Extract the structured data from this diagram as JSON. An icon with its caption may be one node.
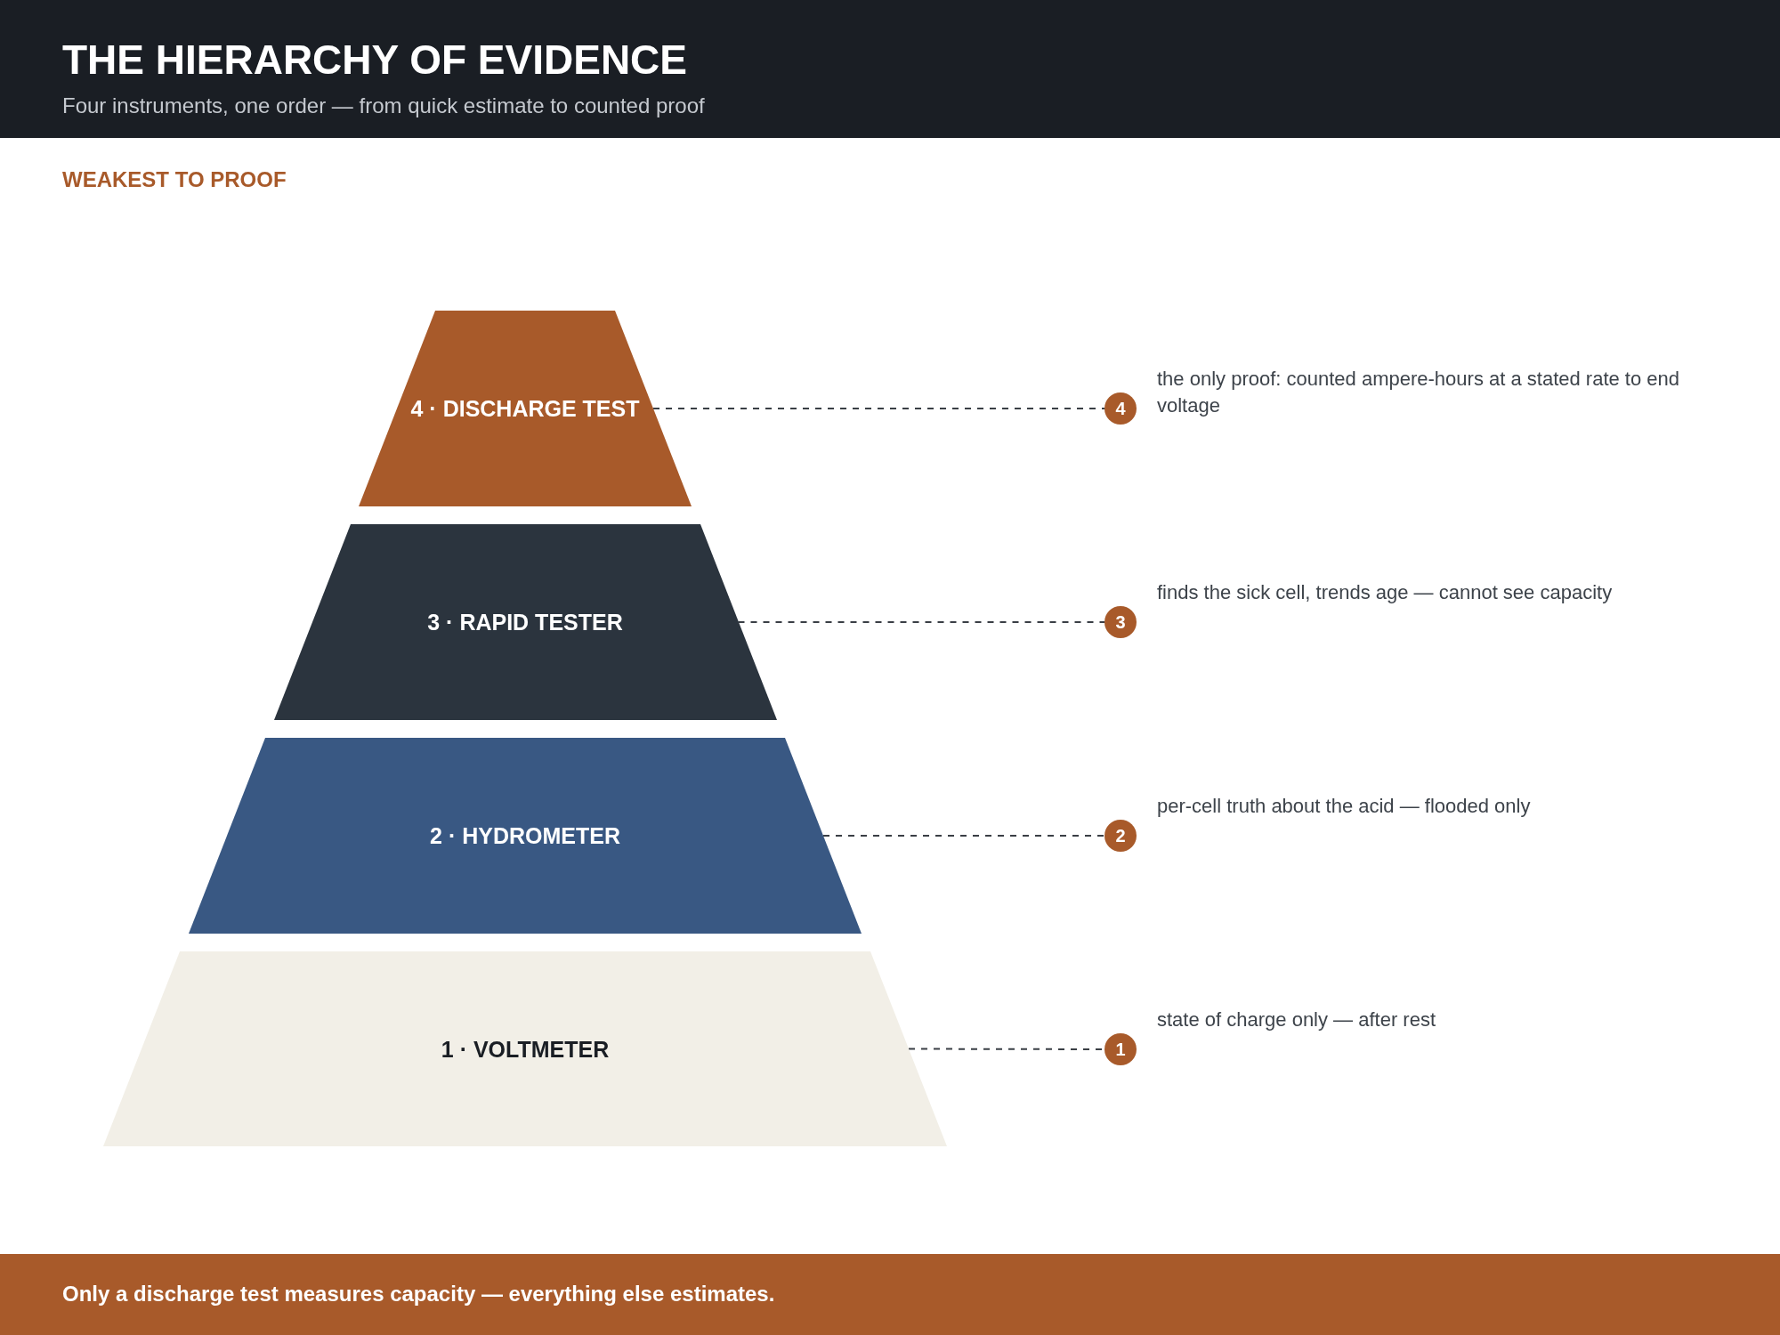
{
  "diagram": {
    "title": "THE HIERARCHY OF EVIDENCE",
    "caption": "Only a discharge test measures capacity — everything else estimates.",
    "nodes": [
      {
        "text": [
          "4 · DISCHARGE TEST"
        ]
      },
      {
        "text": [
          "4"
        ],
        "beside": [
          "the only proof: counted ampere-hours at a stated rate to end voltage"
        ]
      },
      {
        "text": [
          "3 · RAPID TESTER"
        ]
      },
      {
        "text": [
          "3"
        ],
        "beside": [
          "finds the sick cell, trends age — cannot see capacity"
        ]
      },
      {
        "text": [
          "2 · HYDROMETER"
        ]
      },
      {
        "text": [
          "2"
        ],
        "beside": [
          "per-cell truth about the acid — flooded only"
        ]
      },
      {
        "text": [
          "1 · VOLTMETER"
        ]
      },
      {
        "text": [
          "1"
        ],
        "beside": [
          "state of charge only — after rest"
        ]
      }
    ],
    "edges": [
      {
        "from": 0,
        "to": 1,
        "arrow": "none",
        "style": "dashed"
      },
      {
        "from": 2,
        "to": 3,
        "arrow": "none",
        "style": "dashed"
      },
      {
        "from": 4,
        "to": 5,
        "arrow": "none",
        "style": "dashed"
      },
      {
        "from": 6,
        "to": 7,
        "arrow": "none",
        "style": "dashed"
      }
    ],
    "labels": [
      "Four instruments, one order — from quick estimate to counted proof",
      "WEAKEST TO PROOF"
    ]
  }
}
